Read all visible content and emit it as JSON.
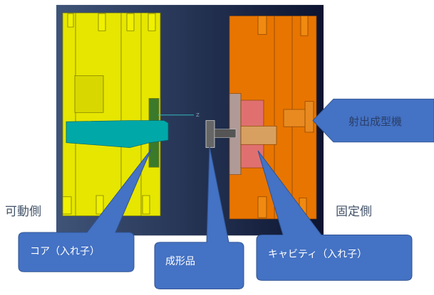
{
  "labels": {
    "movable_side": "可動側",
    "fixed_side": "固定側"
  },
  "callouts": {
    "core": "コア（入れ子）",
    "molded_product": "成形品",
    "cavity": "キャビティ（入れ子）",
    "injection_machine": "射出成型機"
  },
  "axis_label": "Z",
  "colors": {
    "callout_fill": "#4472c4",
    "callout_stroke": "#2f528f",
    "movable_mold": "#e6e600",
    "fixed_mold": "#e87500",
    "core": "#00a8a8",
    "cavity": "#e07070"
  }
}
